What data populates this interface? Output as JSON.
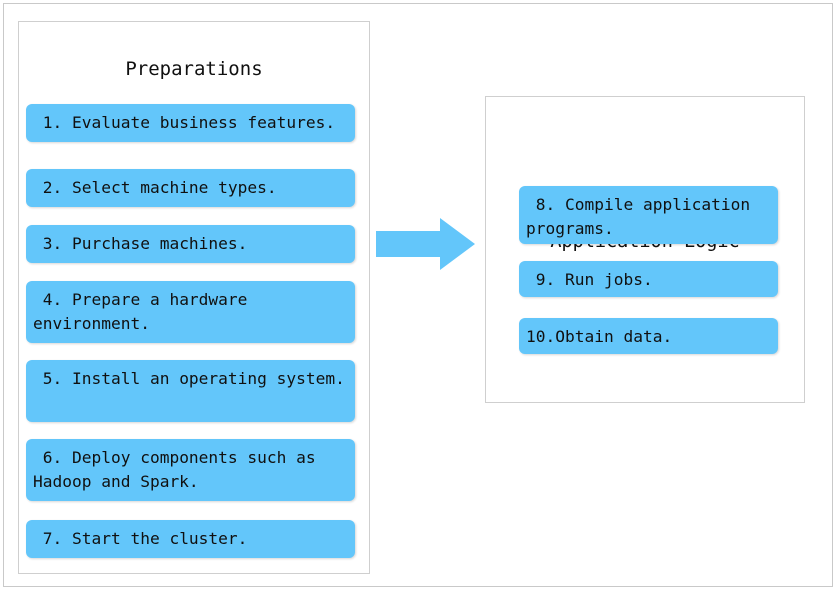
{
  "diagram": {
    "type": "flow",
    "accent_color": "#63c6fa",
    "panel_border_color": "#cfcfcf",
    "page_border_color": "#c9c9c9",
    "text_color": "#101010",
    "background": "#ffffff",
    "panels": [
      {
        "id": "preparations",
        "title": "Preparations",
        "steps": [
          {
            "number": "1.",
            "label": " 1. Evaluate business features."
          },
          {
            "number": "2.",
            "label": " 2. Select machine types."
          },
          {
            "number": "3.",
            "label": " 3. Purchase machines."
          },
          {
            "number": "4.",
            "label": " 4. Prepare a hardware environment."
          },
          {
            "number": "5.",
            "label": " 5. Install an operating system."
          },
          {
            "number": "6.",
            "label": " 6. Deploy components such as Hadoop and Spark."
          },
          {
            "number": "7.",
            "label": " 7. Start the cluster."
          }
        ]
      },
      {
        "id": "operations",
        "title": "Operations Related to\nApplication Logic",
        "steps": [
          {
            "number": "8.",
            "label": " 8. Compile application programs."
          },
          {
            "number": "9.",
            "label": " 9. Run jobs."
          },
          {
            "number": "10.",
            "label": "10.Obtain data."
          }
        ]
      }
    ],
    "connector": {
      "name": "block-arrow-right",
      "direction": "right",
      "color": "#63c6fa",
      "from": "preparations",
      "to": "operations"
    }
  }
}
